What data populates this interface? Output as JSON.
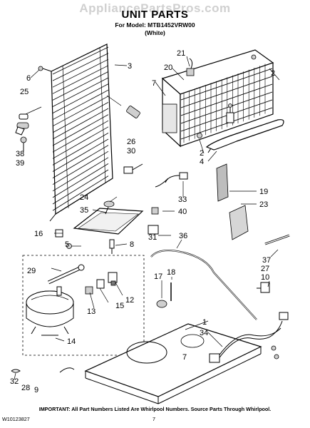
{
  "header": {
    "watermark": "AppliancePartsPros.com",
    "title": "UNIT PARTS",
    "model_line": "For Model: MTB1452VRW00",
    "variant": "(White)"
  },
  "callouts": {
    "c1": "1",
    "c2a": "2",
    "c2b": "2",
    "c3": "3",
    "c4": "4",
    "c5": "5",
    "c6": "6",
    "c7a": "7",
    "c7b": "7",
    "c8": "8",
    "c9": "9",
    "c10": "10",
    "c12": "12",
    "c13": "13",
    "c14": "14",
    "c15": "15",
    "c16": "16",
    "c17": "17",
    "c18": "18",
    "c19": "19",
    "c20": "20",
    "c21": "21",
    "c23": "23",
    "c24": "24",
    "c25": "25",
    "c26": "26",
    "c27": "27",
    "c28": "28",
    "c29": "29",
    "c30": "30",
    "c31": "31",
    "c32": "32",
    "c33": "33",
    "c34": "34",
    "c35": "35",
    "c36": "36",
    "c37": "37",
    "c38": "38",
    "c39": "39",
    "c40": "40"
  },
  "footer": {
    "note": "IMPORTANT: All Part Numbers Listed Are Whirlpool Numbers. Source Parts Through Whirlpool.",
    "doc_number": "W10123827",
    "page": "7"
  }
}
